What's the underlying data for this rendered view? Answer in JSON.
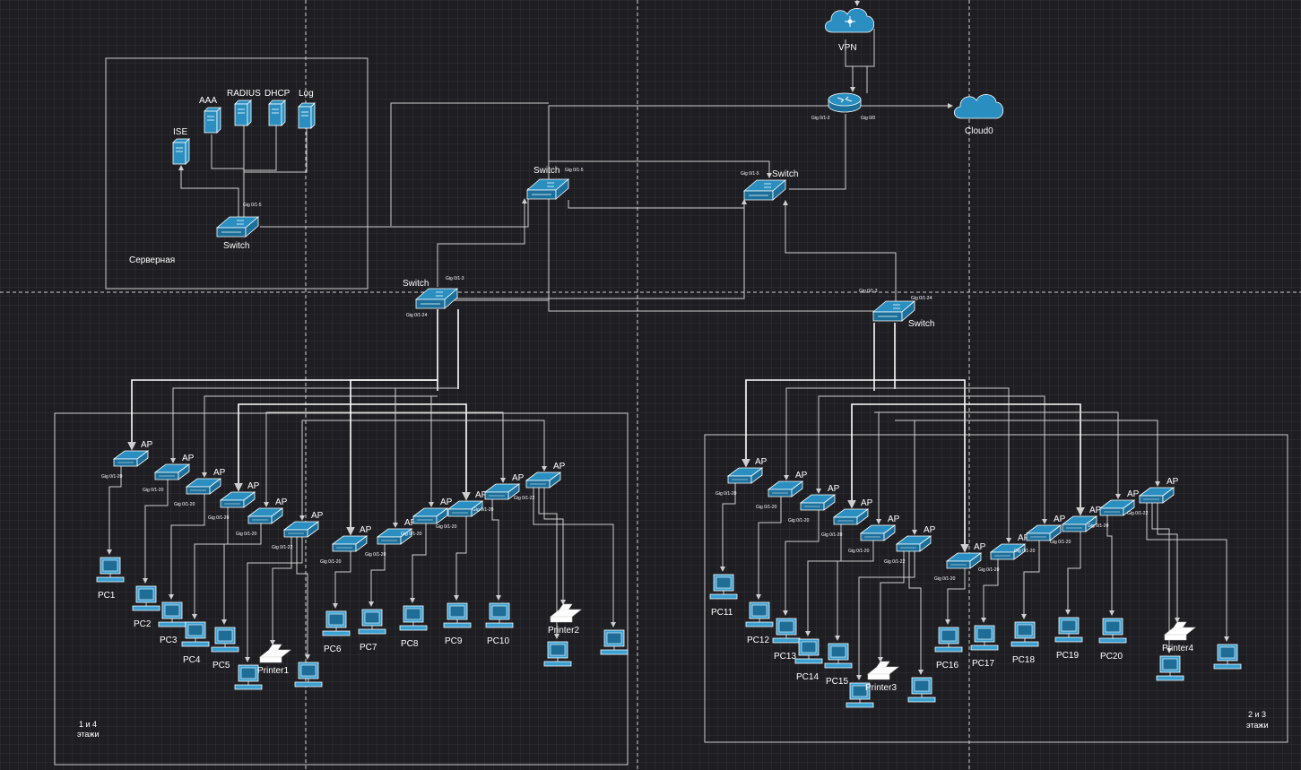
{
  "labels": {
    "vpn": "VPN",
    "cloud": "Cloud0",
    "server_zone": "Серверная",
    "floors_1_4_a": "1 и 4",
    "floors_1_4_b": "этажи",
    "floors_2_3_a": "2 и 3",
    "floors_2_3_b": "этажи"
  },
  "router_ports": {
    "left": "Gig 0/1-2",
    "right": "Gig 0/0"
  },
  "servers": [
    {
      "id": "ise",
      "label": "ISE"
    },
    {
      "id": "aaa",
      "label": "AAA"
    },
    {
      "id": "radius",
      "label": "RADIUS"
    },
    {
      "id": "dhcp",
      "label": "DHCP"
    },
    {
      "id": "log",
      "label": "Log"
    }
  ],
  "switches": [
    {
      "id": "sw-server",
      "label": "Switch",
      "port": "Gig 0/1-5"
    },
    {
      "id": "sw-core-left",
      "label": "Switch",
      "port": "Gig 0/1-5"
    },
    {
      "id": "sw-core-right",
      "label": "Switch",
      "port": "Gig 0/1-5"
    },
    {
      "id": "sw-dist-left",
      "label": "Switch",
      "port": "Gig 0/1-3",
      "port2": "Gig 0/1-24"
    },
    {
      "id": "sw-dist-right",
      "label": "Switch",
      "port": "Gig 0/1-3",
      "port2": "Gig 0/1-24"
    }
  ],
  "access_points": {
    "label": "AP",
    "left": [
      {
        "port": "Gig 0/1-20"
      },
      {
        "port": "Gig 0/1-20"
      },
      {
        "port": "Gig 0/1-20"
      },
      {
        "port": "Gig 0/1-20"
      },
      {
        "port": "Gig 0/1-20"
      },
      {
        "port": "Gig 0/1-22"
      },
      {
        "port": "Gig 0/1-20"
      },
      {
        "port": "Gig 0/1-20"
      },
      {
        "port": "Gig 0/1-20"
      },
      {
        "port": "Gig 0/1-20"
      },
      {
        "port": "Gig 0/1-20"
      },
      {
        "port": "Gig 0/1-22"
      }
    ],
    "right": [
      {
        "port": "Gig 0/1-20"
      },
      {
        "port": "Gig 0/1-20"
      },
      {
        "port": "Gig 0/1-20"
      },
      {
        "port": "Gig 0/1-20"
      },
      {
        "port": "Gig 0/1-20"
      },
      {
        "port": "Gig 0/1-22"
      },
      {
        "port": "Gig 0/1-20"
      },
      {
        "port": "Gig 0/1-20"
      },
      {
        "port": "Gig 0/1-20"
      },
      {
        "port": "Gig 0/1-20"
      },
      {
        "port": "Gig 0/1-20"
      },
      {
        "port": "Gig 0/1-22"
      }
    ]
  },
  "end_devices": {
    "left": [
      {
        "label": "PC1",
        "kind": "pc"
      },
      {
        "label": "PC2",
        "kind": "pc"
      },
      {
        "label": "PC3",
        "kind": "pc"
      },
      {
        "label": "PC4",
        "kind": "pc"
      },
      {
        "label": "PC5",
        "kind": "pc"
      },
      {
        "label": "",
        "kind": "pc"
      },
      {
        "label": "Printer1",
        "kind": "printer"
      },
      {
        "label": "",
        "kind": "pc"
      },
      {
        "label": "PC6",
        "kind": "pc"
      },
      {
        "label": "PC7",
        "kind": "pc"
      },
      {
        "label": "PC8",
        "kind": "pc"
      },
      {
        "label": "PC9",
        "kind": "pc"
      },
      {
        "label": "PC10",
        "kind": "pc"
      },
      {
        "label": "",
        "kind": "pc"
      },
      {
        "label": "Printer2",
        "kind": "printer"
      },
      {
        "label": "",
        "kind": "pc"
      }
    ],
    "right": [
      {
        "label": "PC11",
        "kind": "pc"
      },
      {
        "label": "PC12",
        "kind": "pc"
      },
      {
        "label": "PC13",
        "kind": "pc"
      },
      {
        "label": "PC14",
        "kind": "pc"
      },
      {
        "label": "PC15",
        "kind": "pc"
      },
      {
        "label": "",
        "kind": "pc"
      },
      {
        "label": "Printer3",
        "kind": "printer"
      },
      {
        "label": "",
        "kind": "pc"
      },
      {
        "label": "PC16",
        "kind": "pc"
      },
      {
        "label": "PC17",
        "kind": "pc"
      },
      {
        "label": "PC18",
        "kind": "pc"
      },
      {
        "label": "PC19",
        "kind": "pc"
      },
      {
        "label": "PC20",
        "kind": "pc"
      },
      {
        "label": "",
        "kind": "pc"
      },
      {
        "label": "Printer4",
        "kind": "printer"
      },
      {
        "label": "",
        "kind": "pc"
      }
    ]
  }
}
